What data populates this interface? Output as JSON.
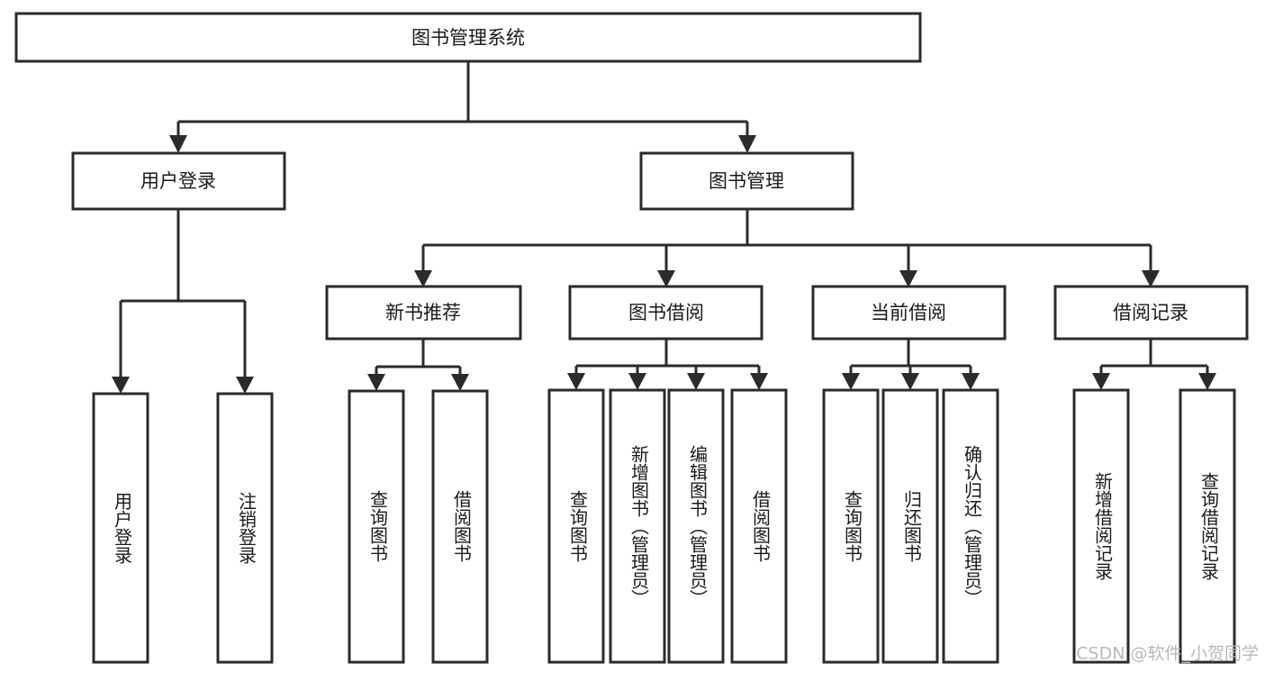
{
  "diagram": {
    "title": "图书管理系统",
    "type": "tree",
    "orientation": "top-down",
    "style": {
      "box_fill": "#ffffff",
      "box_stroke": "#2b2b2b",
      "connector_color": "#2b2b2b",
      "text_color": "#1a1a1a",
      "background": "#ffffff"
    },
    "watermark": "CSDN @软件_小贺同学",
    "nodes": {
      "root": {
        "label": "图书管理系统",
        "level": 1,
        "orientation": "horizontal"
      },
      "level2": [
        {
          "id": "user-login",
          "label": "用户登录",
          "level": 2,
          "orientation": "horizontal"
        },
        {
          "id": "book-manage",
          "label": "图书管理",
          "level": 2,
          "orientation": "horizontal"
        }
      ],
      "level3": [
        {
          "id": "new-book-recommend",
          "label": "新书推荐",
          "level": 3,
          "orientation": "horizontal",
          "parent": "book-manage"
        },
        {
          "id": "book-borrow",
          "label": "图书借阅",
          "level": 3,
          "orientation": "horizontal",
          "parent": "book-manage"
        },
        {
          "id": "current-borrow",
          "label": "当前借阅",
          "level": 3,
          "orientation": "horizontal",
          "parent": "book-manage"
        },
        {
          "id": "borrow-record",
          "label": "借阅记录",
          "level": 3,
          "orientation": "horizontal",
          "parent": "book-manage"
        }
      ],
      "leaves": [
        {
          "id": "leaf-user-login",
          "label": "用户登录",
          "parent": "user-login",
          "orientation": "vertical"
        },
        {
          "id": "leaf-user-logout",
          "label": "注销登录",
          "parent": "user-login",
          "orientation": "vertical"
        },
        {
          "id": "leaf-query-book-1",
          "label": "查询图书",
          "parent": "new-book-recommend",
          "orientation": "vertical"
        },
        {
          "id": "leaf-borrow-book-1",
          "label": "借阅图书",
          "parent": "new-book-recommend",
          "orientation": "vertical"
        },
        {
          "id": "leaf-query-book-2",
          "label": "查询图书",
          "parent": "book-borrow",
          "orientation": "vertical"
        },
        {
          "id": "leaf-add-book",
          "label": "新增图书（管理员）",
          "parent": "book-borrow",
          "orientation": "vertical"
        },
        {
          "id": "leaf-edit-book",
          "label": "编辑图书（管理员）",
          "parent": "book-borrow",
          "orientation": "vertical"
        },
        {
          "id": "leaf-borrow-book-2",
          "label": "借阅图书",
          "parent": "book-borrow",
          "orientation": "vertical"
        },
        {
          "id": "leaf-query-book-3",
          "label": "查询图书",
          "parent": "current-borrow",
          "orientation": "vertical"
        },
        {
          "id": "leaf-return-book",
          "label": "归还图书",
          "parent": "current-borrow",
          "orientation": "vertical"
        },
        {
          "id": "leaf-confirm-return",
          "label": "确认归还（管理员）",
          "parent": "current-borrow",
          "orientation": "vertical"
        },
        {
          "id": "leaf-add-record",
          "label": "新增借阅记录",
          "parent": "borrow-record",
          "orientation": "vertical"
        },
        {
          "id": "leaf-query-record",
          "label": "查询借阅记录",
          "parent": "borrow-record",
          "orientation": "vertical"
        }
      ]
    }
  }
}
